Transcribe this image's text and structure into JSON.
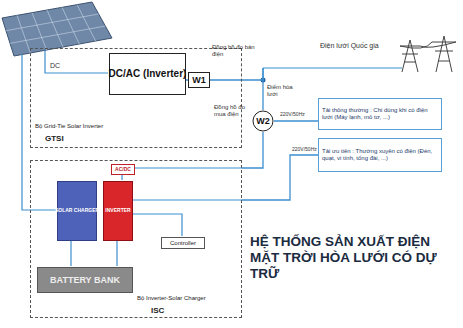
{
  "diagram": {
    "title": "HỆ THỐNG SẢN XUẤT ĐIỆN MẶT TRỜI HÒA LƯỚI CÓ DỰ TRỮ",
    "nodes": [
      {
        "text": [
          "Bộ Grid-Tie Solar Inverter",
          "GTSI"
        ]
      },
      {
        "text": [
          "DC/AC (Inverter)"
        ],
        "in": 0
      },
      {
        "text": [
          "W1"
        ]
      },
      {
        "text": [
          "W2"
        ]
      },
      {
        "text": [
          "Điện lưới Quốc gia"
        ]
      },
      {
        "text": [
          "Tải thông thường : Chi dùng khi có điện lưới (Máy lạnh, mô tơ, ...)"
        ]
      },
      {
        "text": [
          "Tải ưu tiên : Thường xuyên có điện (Đèn, quạt, vi tính, tổng đài, ...)"
        ]
      },
      {
        "text": [
          "Bộ Inverter-Solar Charger",
          "ISC"
        ]
      },
      {
        "text": [
          "SOLAR CHARGER"
        ],
        "in": 7
      },
      {
        "text": [
          "INVERTER"
        ],
        "in": 7
      },
      {
        "text": [
          "AC/DC"
        ],
        "in": 7
      },
      {
        "text": [
          "Controller"
        ],
        "in": 7
      },
      {
        "text": [
          "BATTERY BANK"
        ],
        "in": 7
      }
    ],
    "edges": [
      {
        "from": 1,
        "to": 2,
        "arrow": "none"
      },
      {
        "from": 2,
        "to": 4,
        "arrow": "none"
      },
      {
        "from": 3,
        "to": 4,
        "arrow": "none"
      },
      {
        "from": 3,
        "to": 5,
        "arrow": "none"
      },
      {
        "from": 3,
        "to": 7,
        "arrow": "none"
      },
      {
        "from": 7,
        "to": 6,
        "arrow": "none"
      }
    ],
    "labels": [
      "DC",
      "Đồng hồ đo bán điện",
      "Điểm hòa lưới",
      "Đồng hồ đo mua điện",
      "220V/50Hz",
      "220V/50Hz"
    ]
  }
}
